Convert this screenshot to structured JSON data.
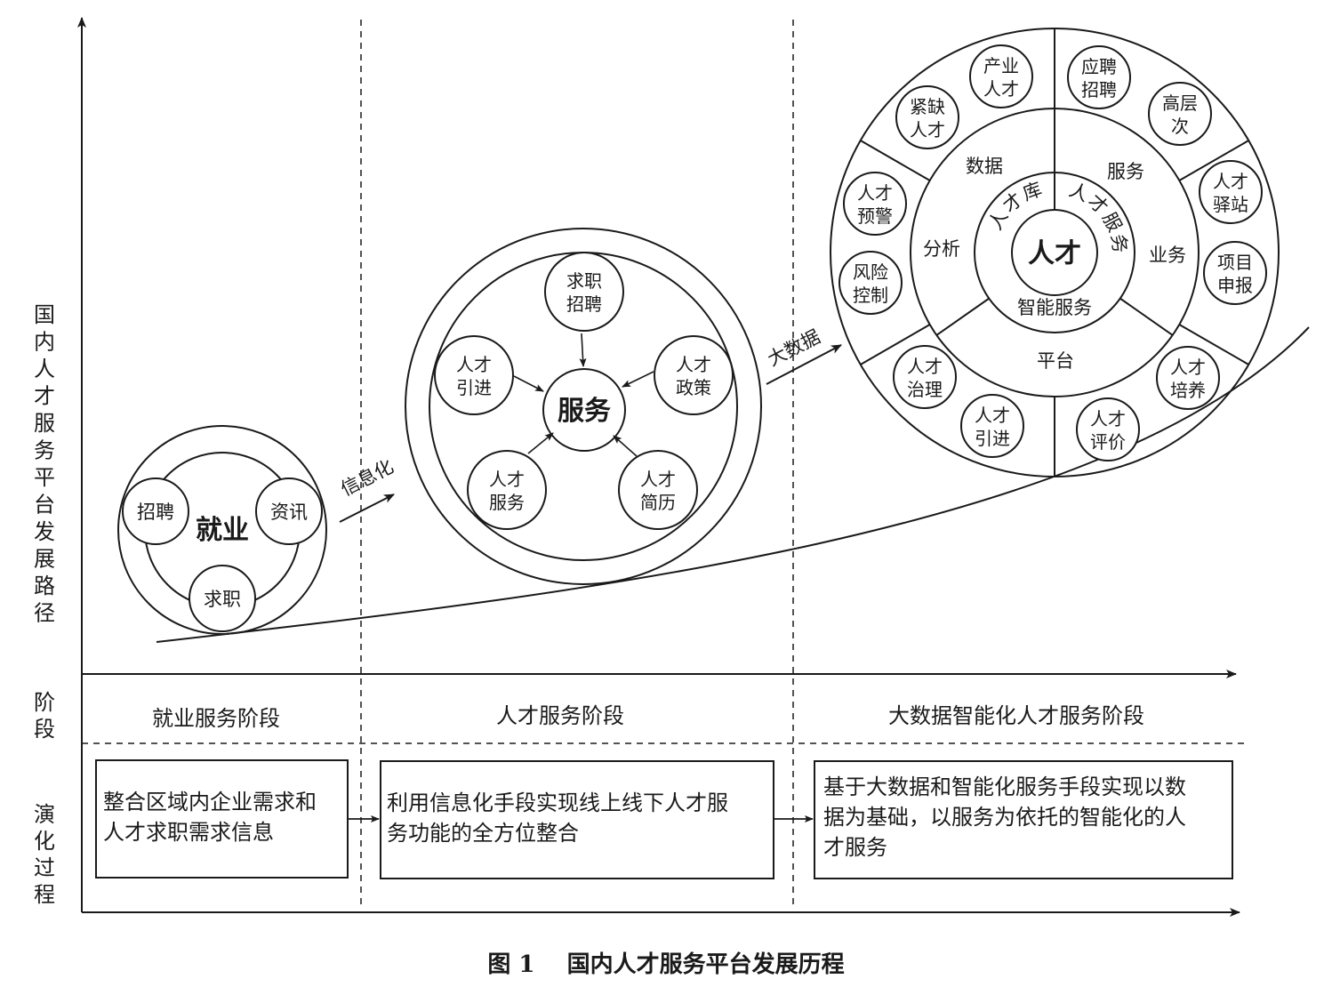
{
  "y_axis_label": "国内人才服务平台发展路径",
  "row_labels": {
    "stage": "阶段",
    "evolution": "演化过程"
  },
  "arrow_labels": {
    "informatization": "信息化",
    "big_data": "大数据"
  },
  "stages": [
    "就业服务阶段",
    "人才服务阶段",
    "大数据智能化人才服务阶段"
  ],
  "evolution": [
    [
      "整合区域内企业需求和",
      "人才求职需求信息"
    ],
    [
      "利用信息化手段实现线上线下人才服",
      "务功能的全方位整合"
    ],
    [
      "基于大数据和智能化服务手段实现以数",
      "据为基础，以服务为依托的智能化的人",
      "才服务"
    ]
  ],
  "stage1": {
    "center": "就业",
    "nodes": [
      [
        "招聘"
      ],
      [
        "资讯"
      ],
      [
        "求职"
      ]
    ]
  },
  "stage2": {
    "center": "服务",
    "nodes": [
      [
        "求职",
        "招聘"
      ],
      [
        "人才",
        "引进"
      ],
      [
        "人才",
        "政策"
      ],
      [
        "人才",
        "服务"
      ],
      [
        "人才",
        "简历"
      ]
    ]
  },
  "stage3": {
    "center": "人才",
    "inner_labels": [
      "人才库",
      "人才服务",
      "智能服务"
    ],
    "middle_labels": [
      "数据",
      "分析",
      "服务",
      "业务",
      "平台"
    ],
    "nodes": [
      [
        "产业",
        "人才"
      ],
      [
        "紧缺",
        "人才"
      ],
      [
        "应聘",
        "招聘"
      ],
      [
        "高层",
        "次"
      ],
      [
        "人才",
        "预警"
      ],
      [
        "风险",
        "控制"
      ],
      [
        "人才",
        "驿站"
      ],
      [
        "项目",
        "申报"
      ],
      [
        "人才",
        "治理"
      ],
      [
        "人才",
        "引进"
      ],
      [
        "人才",
        "评价"
      ],
      [
        "人才",
        "培养"
      ]
    ]
  },
  "caption": "图 1    国内人才服务平台发展历程"
}
